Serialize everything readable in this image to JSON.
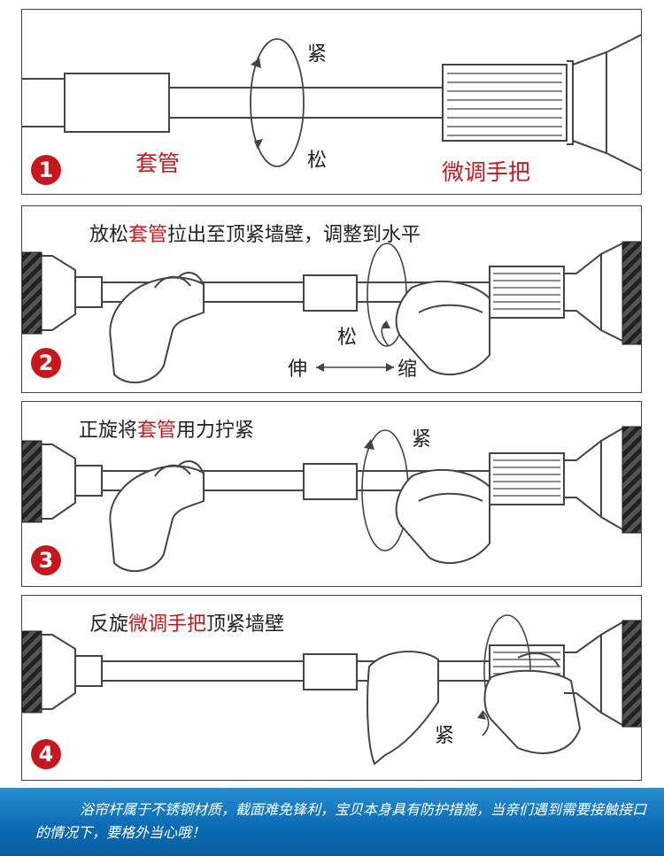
{
  "steps": [
    {
      "number": "1",
      "labels": {
        "tighten": "紧",
        "loosen": "松",
        "sleeve": "套管",
        "fine_tune_handle": "微调手把"
      }
    },
    {
      "number": "2",
      "caption": {
        "pre": "放松",
        "highlight": "套管",
        "post": "拉出至顶紧墙壁，调整到水平"
      },
      "labels": {
        "loosen": "松",
        "extend": "伸",
        "shrink": "缩"
      }
    },
    {
      "number": "3",
      "caption": {
        "pre": "正旋将",
        "highlight": "套管",
        "post": "用力拧紧"
      },
      "labels": {
        "tighten": "紧"
      }
    },
    {
      "number": "4",
      "caption": {
        "pre": "反旋",
        "highlight": "微调手把",
        "post": "顶紧墙壁"
      },
      "labels": {
        "tighten": "紧"
      }
    }
  ],
  "footer": {
    "text": "浴帘杆属于不锈钢材质，截面难免锋利，宝贝本身具有防护措施，当亲们遇到需要接触接口的情况下，要格外当心哦！"
  },
  "colors": {
    "accent_red": "#c8161d",
    "footer_blue": "#0b6cb6",
    "line": "#444444"
  }
}
